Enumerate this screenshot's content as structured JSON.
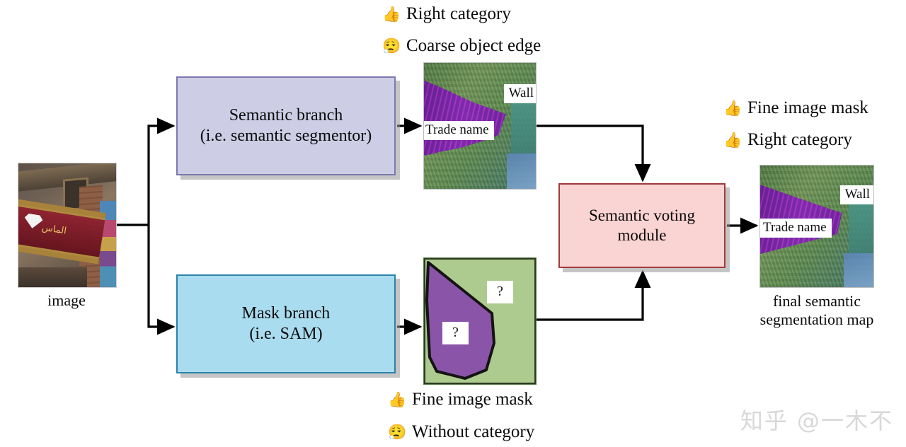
{
  "boxes": {
    "semantic_branch": {
      "line1": "Semantic branch",
      "line2": "(i.e. semantic segmentor)",
      "fill": "#cdcee5",
      "border": "#7c78ad"
    },
    "mask_branch": {
      "line1": "Mask branch",
      "line2": "(i.e. SAM)",
      "fill": "#a9dcef",
      "border": "#2a83a8"
    },
    "voting_module": {
      "line1": "Semantic voting",
      "line2": "module",
      "fill": "#fad4d2",
      "border": "#a33a3a"
    }
  },
  "annotations": {
    "top": [
      {
        "icon": "👍",
        "icon_name": "thumbs-up-icon",
        "text": "Right category"
      },
      {
        "icon": "😮‍💨",
        "icon_name": "face-exhaling-icon",
        "text": "Coarse object edge"
      }
    ],
    "bottom": [
      {
        "icon": "👍",
        "icon_name": "thumbs-up-icon",
        "text": "Fine image mask"
      },
      {
        "icon": "😮‍💨",
        "icon_name": "face-exhaling-icon",
        "text": "Without category"
      }
    ],
    "right": [
      {
        "icon": "👍",
        "icon_name": "thumbs-up-icon",
        "text": "Fine image mask"
      },
      {
        "icon": "👍",
        "icon_name": "thumbs-up-icon",
        "text": "Right category"
      }
    ]
  },
  "captions": {
    "input_image": "image",
    "final_map_line1": "final semantic",
    "final_map_line2": "segmentation map"
  },
  "seg_labels": {
    "wall": "Wall",
    "trade_name": "Trade name",
    "unknown": "?"
  },
  "colors": {
    "mask_green": "#aecb8f",
    "mask_purple": "#8a55a8",
    "seg_purple": "#7b25a4",
    "seg_green": "#5d8a4e",
    "arrow": "#000000"
  },
  "watermark": "知乎 @一木不"
}
